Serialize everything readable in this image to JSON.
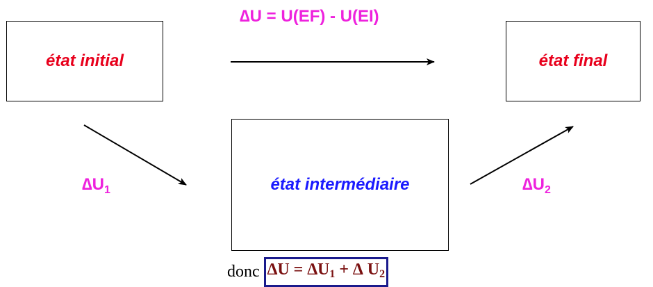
{
  "states": {
    "initial": "état initial",
    "final": "état final",
    "intermediate": "état intermédiaire"
  },
  "relations": {
    "total": "∆U = U(EF) - U(EI)",
    "step1": {
      "symbol": "∆U",
      "index": "1"
    },
    "step2": {
      "symbol": "∆U",
      "index": "2"
    }
  },
  "conclusion": {
    "prefix": "donc",
    "lhs": "∆U = ∆U",
    "index1": "1",
    "middle": " + ∆ U",
    "index2": "2"
  },
  "colors": {
    "initial_final": "#e8001c",
    "intermediate": "#1a1aff",
    "delta": "#ee22dd",
    "result_text": "#7a1010",
    "result_border": "#1a1a8c",
    "arrow": "#000000"
  }
}
